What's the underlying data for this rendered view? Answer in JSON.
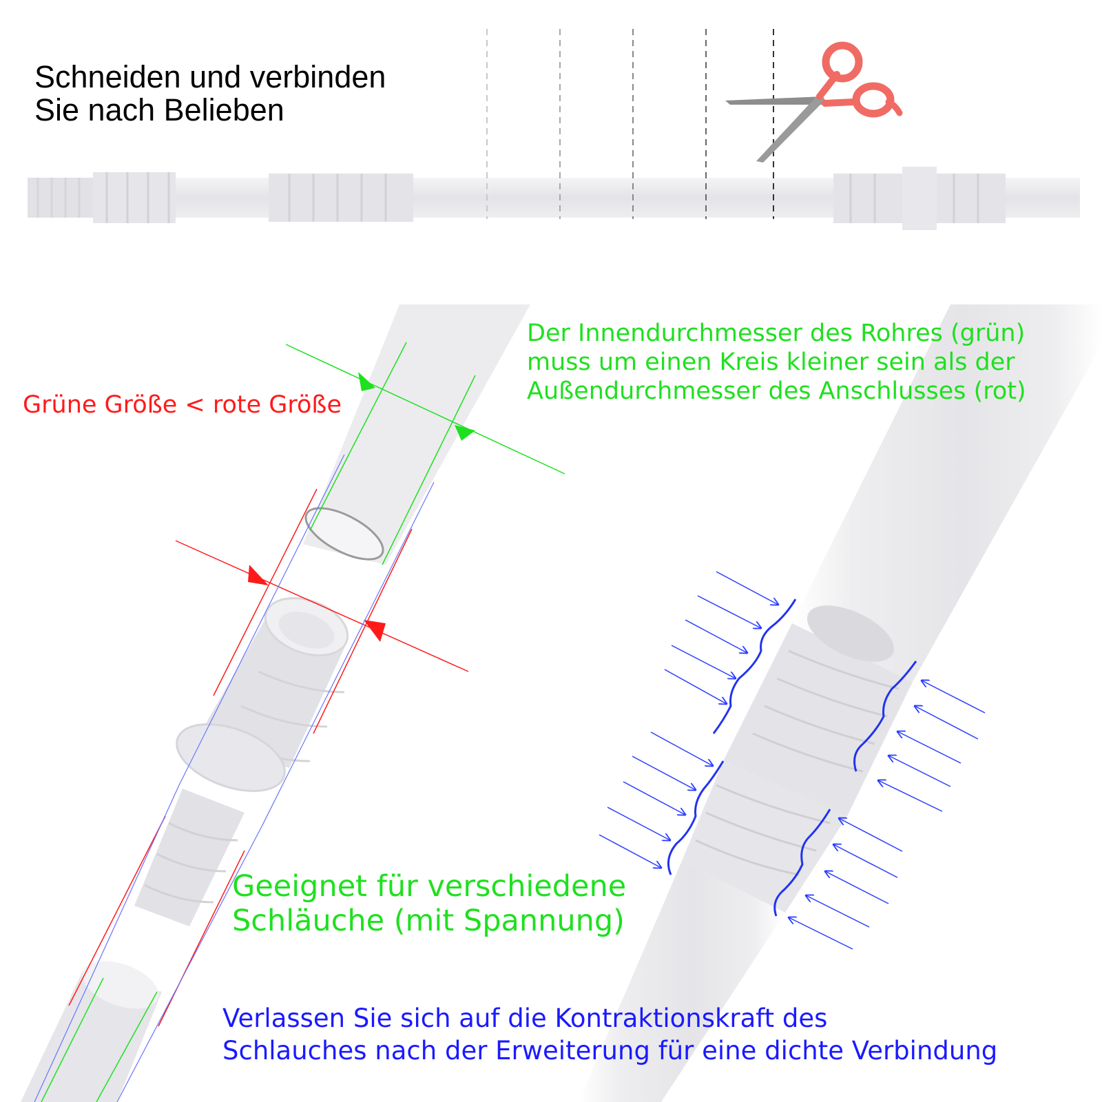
{
  "heading": {
    "line1": "Schneiden und verbinden",
    "line2": "Sie nach Belieben"
  },
  "labels": {
    "size_compare": "Grüne Größe < rote Größe",
    "inner_diameter_note": [
      "Der Innendurchmesser des Rohres (grün)",
      "muss um einen Kreis kleiner sein als der",
      "Außendurchmesser des Anschlusses (rot)"
    ],
    "suitable_note": [
      "Geeignet für verschiedene",
      "Schläuche (mit Spannung)"
    ],
    "contraction_note": [
      "Verlassen Sie sich auf die Kontraktionskraft des",
      "Schlauches nach der Erweiterung für eine dichte Verbindung"
    ]
  },
  "icons": [
    "scissors-icon"
  ],
  "colors": {
    "green": "#1fe01f",
    "red": "#ff1a1a",
    "blue": "#1a1aff",
    "scissor_handle": "#f06b63",
    "tube": "#e8e8ea"
  }
}
